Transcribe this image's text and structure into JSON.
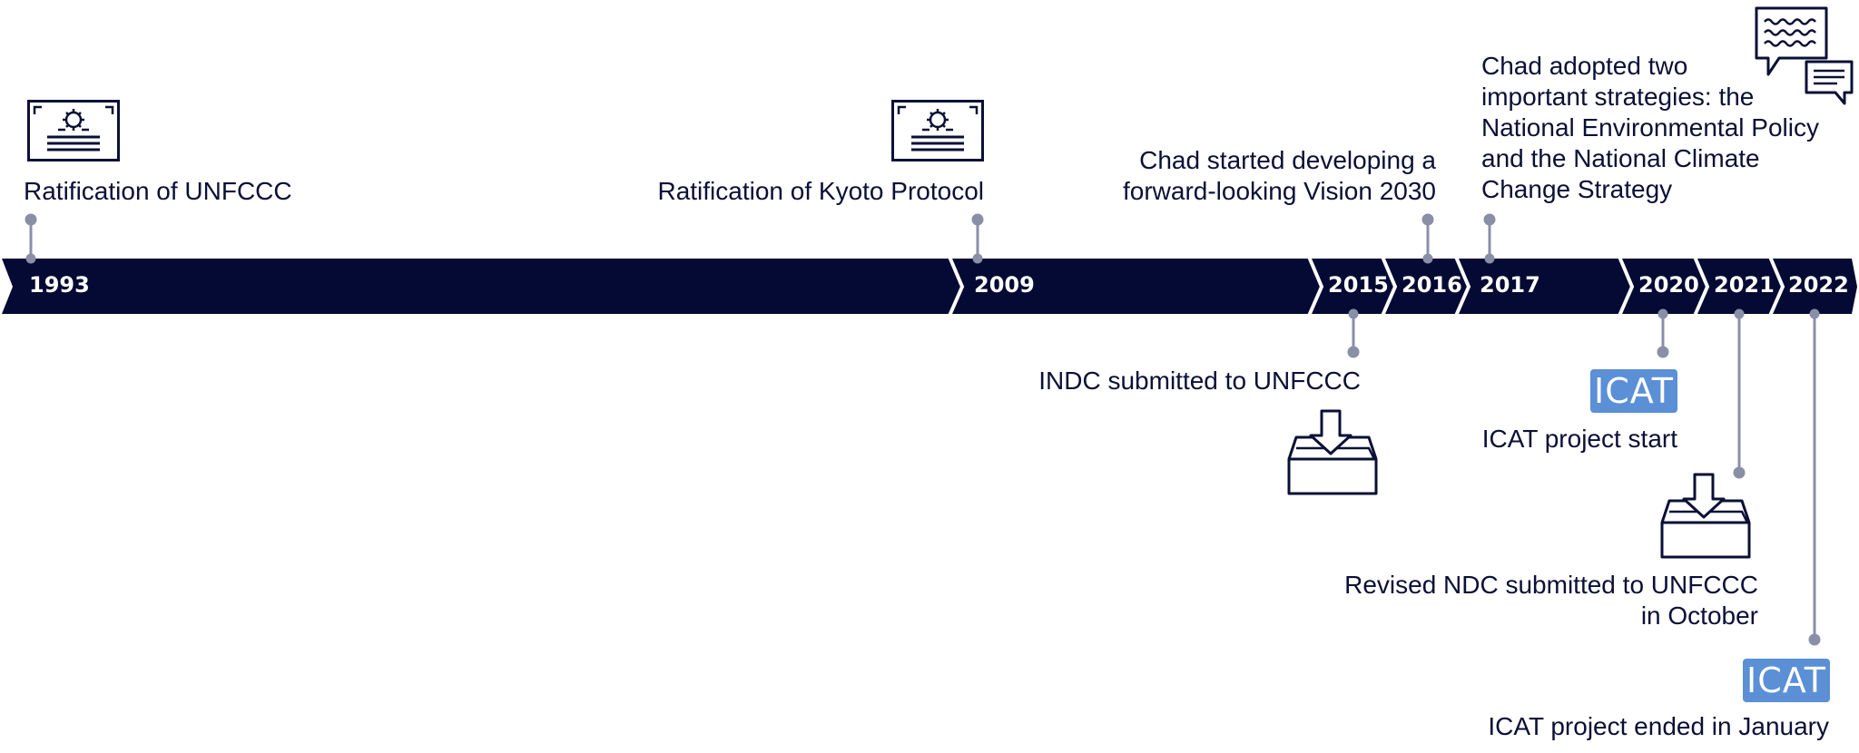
{
  "timeline": {
    "years": [
      "1993",
      "2009",
      "2015",
      "2016",
      "2017",
      "2020",
      "2021",
      "2022"
    ]
  },
  "events": {
    "unfccc_ratification": "Ratification of UNFCCC",
    "kyoto_ratification": "Ratification of Kyoto Protocol",
    "vision_2030": [
      "Chad started developing a",
      "forward-looking Vision 2030"
    ],
    "strategies": [
      "Chad adopted two",
      "important strategies: the",
      "National Environmental Policy",
      "and the National Climate",
      "Change Strategy"
    ],
    "indc_submitted": "INDC submitted to UNFCCC",
    "icat_start": "ICAT project start",
    "revised_ndc": [
      "Revised NDC submitted to UNFCCC",
      "in October"
    ],
    "icat_end": "ICAT project ended in January"
  },
  "badges": {
    "icat_logo_text": "ICAT"
  },
  "colors": {
    "timeline_band": "#040a33",
    "connector": "#8a8fa8",
    "icon_stroke": "#0a1036",
    "badge_bg": "#5b8fd6"
  },
  "icons": [
    "certificate-icon",
    "certificate-icon",
    "ballot-box-icon",
    "ballot-box-icon",
    "speech-bubbles-icon"
  ]
}
